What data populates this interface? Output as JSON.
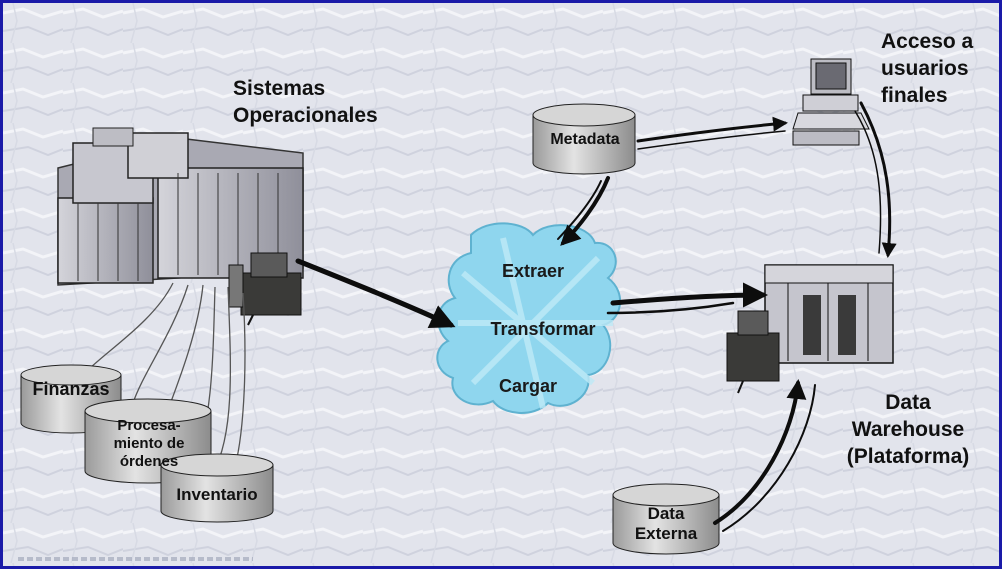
{
  "labels": {
    "operational_systems": [
      "Sistemas",
      "Operacionales"
    ],
    "end_user_access": [
      "Acceso a",
      "usuarios",
      "finales"
    ],
    "data_warehouse": [
      "Data",
      "Warehouse",
      "(Plataforma)"
    ]
  },
  "stores": {
    "metadata": "Metadata",
    "finanzas": "Finanzas",
    "procesamiento": [
      "Procesa-",
      "miento de",
      "órdenes"
    ],
    "inventario": "Inventario",
    "data_externa": [
      "Data",
      "Externa"
    ]
  },
  "etl": {
    "extract": "Extraer",
    "transform": "Transformar",
    "load": "Cargar"
  },
  "colors": {
    "frame": "#1a1aa8",
    "background": "#e4e6ee",
    "cloud": "#8fd6ee",
    "cylinder": "#c9c9c9"
  },
  "icons": [
    "mainframe-icon",
    "operator-workstation-icon",
    "desktop-computer-icon",
    "data-warehouse-server-icon",
    "cylinder-database-icon"
  ]
}
